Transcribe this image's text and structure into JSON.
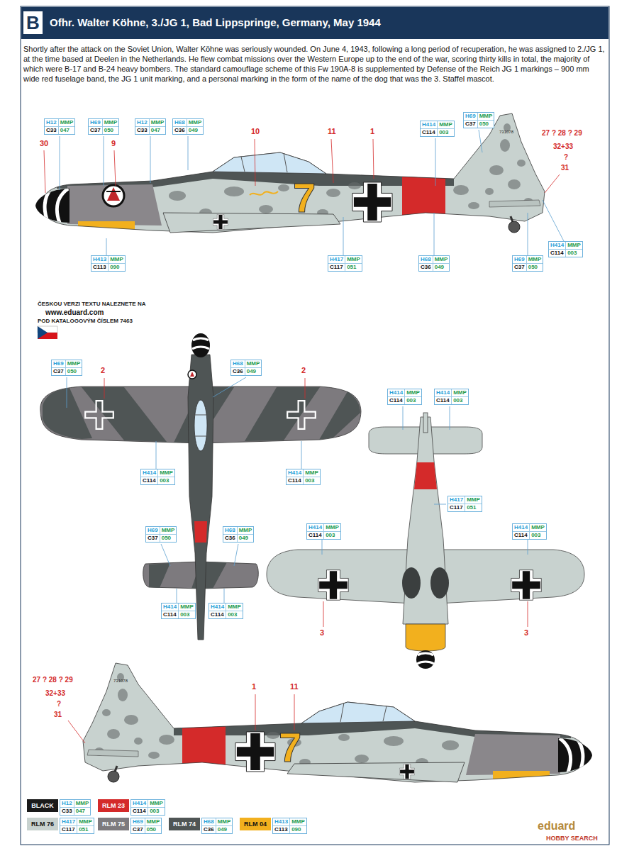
{
  "diagram": {
    "title": "Ofhr. Walter Köhne, 3./JG 1, Bad Lippspringe, Germany, May 1944",
    "caption": "Shortly after the attack on the Soviet Union, Walter Köhne was seriously wounded. On June 4, 1943, following a long period of recuperation, he was assigned to 2./JG 1, at the time based at Deelen in the Netherlands. He flew combat missions over the Western Europe up to the end of the war, scoring thirty kills in total, the majority of which were B-17 and B-24 heavy bombers. The standard camouflage scheme of this Fw 190A-8 is supplemented by Defense of the Reich JG 1 markings – 900 mm wide red fuselage band, the JG 1 unit marking, and a personal marking in the form of the name of the dog that was the 3. Staffel mascot.",
    "nodes": [
      {
        "text": [
          "B"
        ]
      },
      {
        "text": [
          "H12",
          "MMP",
          "C33",
          "047"
        ]
      },
      {
        "text": [
          "H69",
          "MMP",
          "C37",
          "050"
        ]
      },
      {
        "text": [
          "H12",
          "MMP",
          "C33",
          "047"
        ]
      },
      {
        "text": [
          "H68",
          "MMP",
          "C36",
          "049"
        ]
      },
      {
        "text": [
          "H414",
          "MMP",
          "C114",
          "003"
        ]
      },
      {
        "text": [
          "H69",
          "MMP",
          "C37",
          "050"
        ]
      },
      {
        "text": [
          "H414",
          "MMP",
          "C114",
          "003"
        ]
      },
      {
        "text": [
          "H413",
          "MMP",
          "C113",
          "090"
        ]
      },
      {
        "text": [
          "H417",
          "MMP",
          "C117",
          "051"
        ]
      },
      {
        "text": [
          "H68",
          "MMP",
          "C36",
          "049"
        ]
      },
      {
        "text": [
          "H69",
          "MMP",
          "C37",
          "050"
        ]
      },
      {
        "text": [
          "H69",
          "MMP",
          "C37",
          "050"
        ]
      },
      {
        "text": [
          "H68",
          "MMP",
          "C36",
          "049"
        ]
      },
      {
        "text": [
          "H414",
          "MMP",
          "C114",
          "003"
        ]
      },
      {
        "text": [
          "H414",
          "MMP",
          "C114",
          "003"
        ]
      },
      {
        "text": [
          "H414",
          "MMP",
          "C114",
          "003"
        ]
      },
      {
        "text": [
          "H414",
          "MMP",
          "C114",
          "003"
        ]
      },
      {
        "text": [
          "H417",
          "MMP",
          "C117",
          "051"
        ]
      },
      {
        "text": [
          "H414",
          "MMP",
          "C114",
          "003"
        ]
      },
      {
        "text": [
          "H414",
          "MMP",
          "C114",
          "003"
        ]
      },
      {
        "text": [
          "H69",
          "MMP",
          "C37",
          "050"
        ]
      },
      {
        "text": [
          "H68",
          "MMP",
          "C36",
          "049"
        ]
      },
      {
        "text": [
          "H414",
          "MMP",
          "C114",
          "003"
        ]
      },
      {
        "text": [
          "H414",
          "MMP",
          "C114",
          "003"
        ]
      },
      {
        "text": [
          "H12",
          "MMP",
          "C33",
          "047"
        ]
      },
      {
        "text": [
          "H414",
          "MMP",
          "C114",
          "003"
        ]
      },
      {
        "text": [
          "H417",
          "MMP",
          "C117",
          "051"
        ]
      },
      {
        "text": [
          "H69",
          "MMP",
          "C37",
          "050"
        ]
      },
      {
        "text": [
          "H68",
          "MMP",
          "C36",
          "049"
        ]
      },
      {
        "text": [
          "H413",
          "MMP",
          "C113",
          "090"
        ]
      }
    ],
    "labels": [
      "30",
      "9",
      "10",
      "11",
      "1",
      "27 ? 28 ? 29",
      "32+33",
      "?",
      "31",
      "731078",
      "7",
      "ČESKOU VERZI TEXTU NALEZNETE NA",
      "www.eduard.com",
      "POD KATALOGOVÝM ČÍSLEM 7463",
      "2",
      "2",
      "3",
      "3",
      "27 ? 28 ? 29",
      "32+33",
      "?",
      "31",
      "731078",
      "1",
      "11",
      "7",
      "eduard",
      "HOBBY SEARCH"
    ],
    "legend": [
      {
        "text": "BLACK",
        "color": "#1a1a1a"
      },
      {
        "text": "RLM 23",
        "color": "#d42a2a"
      },
      {
        "text": "RLM 76",
        "color": "#c8d2cf"
      },
      {
        "text": "RLM 75",
        "color": "#7d7a7e"
      },
      {
        "text": "RLM 74",
        "color": "#4f5555"
      },
      {
        "text": "RLM 04",
        "color": "#f2b01e"
      }
    ]
  }
}
